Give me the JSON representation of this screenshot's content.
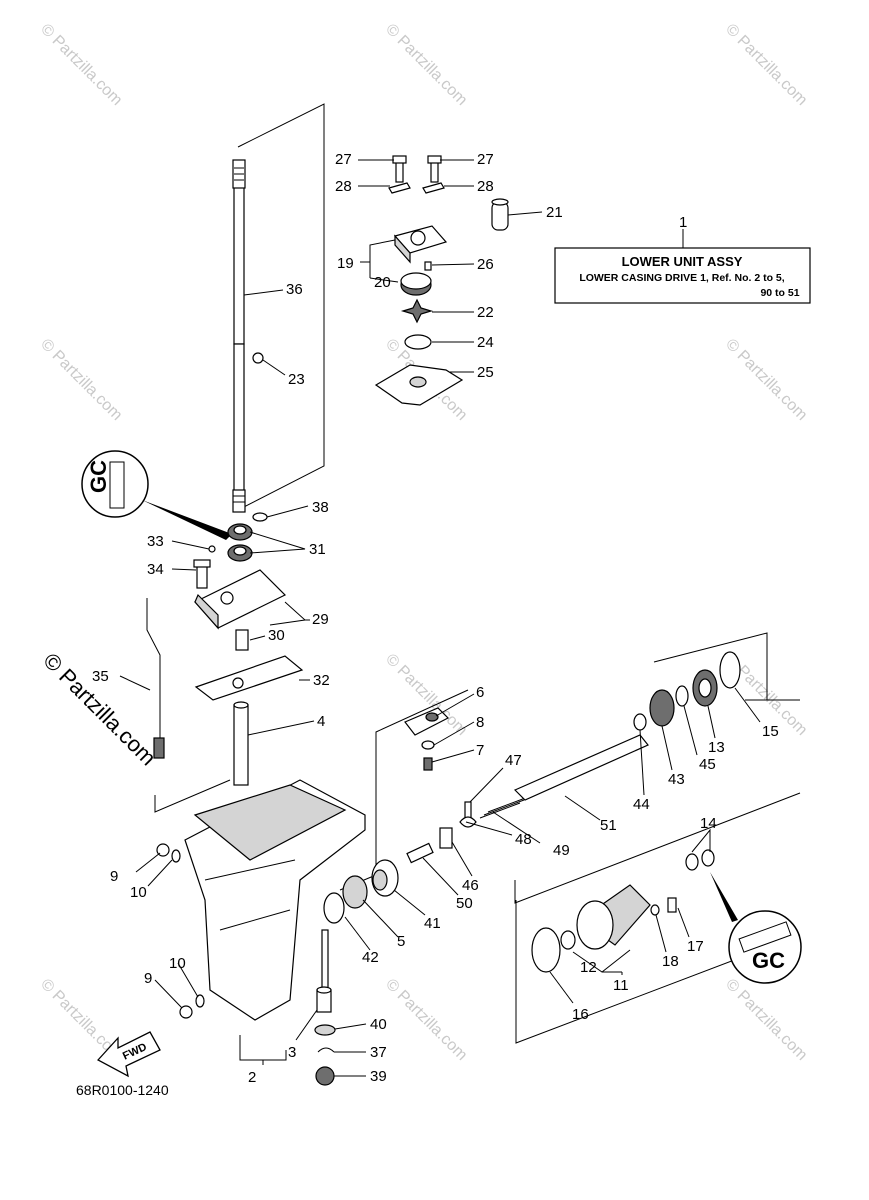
{
  "watermark": {
    "small": "© Partzilla.com",
    "large": "© Partzilla.com"
  },
  "title_box": {
    "ref": "1",
    "title": "LOWER UNIT ASSY",
    "line1": "LOWER CASING DRIVE 1,  Ref. No. 2 to 5,",
    "line2": "90  to  51"
  },
  "callouts": {
    "n2": "2",
    "n3": "3",
    "n4": "4",
    "n5": "5",
    "n6": "6",
    "n7": "7",
    "n8": "8",
    "n9a": "9",
    "n9b": "9",
    "n10a": "10",
    "n10b": "10",
    "n11": "11",
    "n12": "12",
    "n13": "13",
    "n14": "14",
    "n15": "15",
    "n16": "16",
    "n17": "17",
    "n18": "18",
    "n19": "19",
    "n20": "20",
    "n21": "21",
    "n22": "22",
    "n23": "23",
    "n24": "24",
    "n25": "25",
    "n26": "26",
    "n27a": "27",
    "n27b": "27",
    "n28a": "28",
    "n28b": "28",
    "n29": "29",
    "n30": "30",
    "n31": "31",
    "n32": "32",
    "n33": "33",
    "n34": "34",
    "n35": "35",
    "n36": "36",
    "n37": "37",
    "n38": "38",
    "n39": "39",
    "n40": "40",
    "n41": "41",
    "n42": "42",
    "n43": "43",
    "n44": "44",
    "n45": "45",
    "n46": "46",
    "n47": "47",
    "n48": "48",
    "n49": "49",
    "n50": "50",
    "n51": "51"
  },
  "fwd_label": "FWD",
  "gc_label": "GC",
  "diagram_code": "68R0100-1240"
}
